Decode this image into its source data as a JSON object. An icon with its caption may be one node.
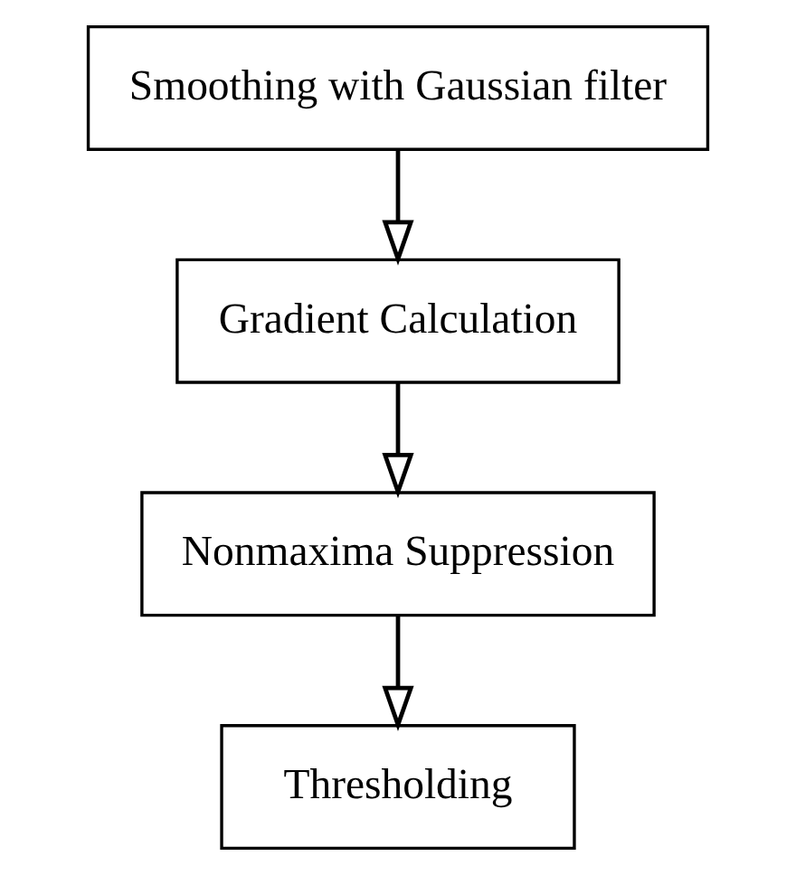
{
  "diagram": {
    "nodes": [
      {
        "text": [
          "Smoothing with Gaussian filter"
        ]
      },
      {
        "text": [
          "Gradient Calculation"
        ]
      },
      {
        "text": [
          "Nonmaxima Suppression"
        ]
      },
      {
        "text": [
          "Thresholding"
        ]
      }
    ],
    "edges": [
      {
        "from": 0,
        "to": 1,
        "arrow": "to"
      },
      {
        "from": 1,
        "to": 2,
        "arrow": "to"
      },
      {
        "from": 2,
        "to": 3,
        "arrow": "to"
      }
    ]
  }
}
